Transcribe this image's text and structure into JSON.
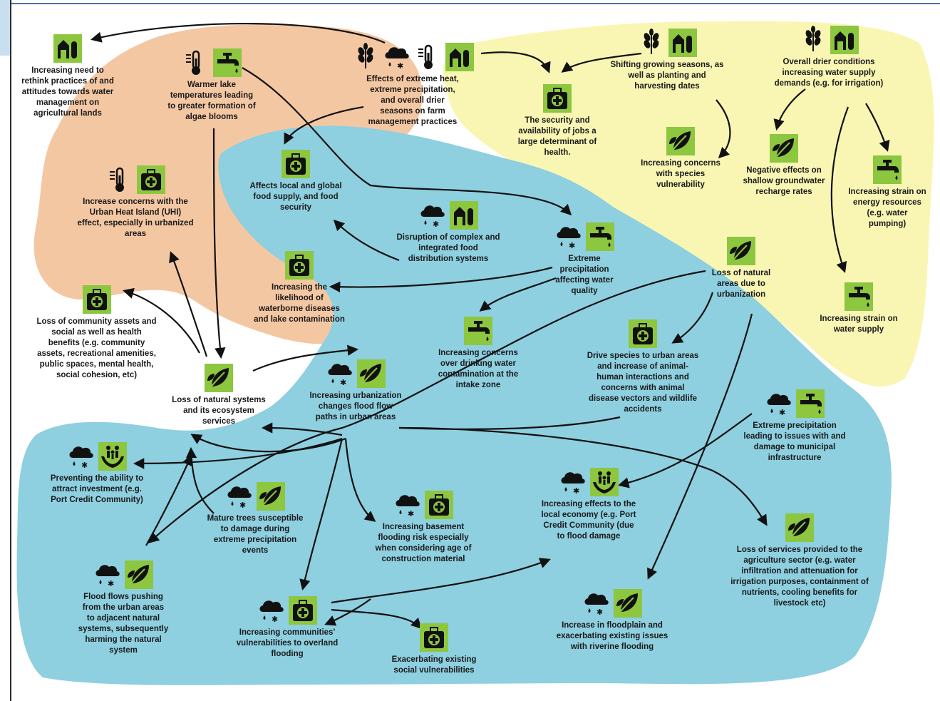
{
  "header": {
    "cut_title": "g"
  },
  "colors": {
    "agri_zone": "#f9f6b4",
    "urban_heat_zone": "#f4c7a3",
    "water_zone": "#8ecfe0",
    "icon_green": "#8dc63f",
    "icon_black": "#111111",
    "arrow": "#111111"
  },
  "nodes": [
    {
      "id": "n1",
      "icons": [
        "farm-icon"
      ],
      "label": "Increasing need to\nrethink practices of and\nattitudes towards water\nmanagement on\nagricultural lands"
    },
    {
      "id": "n2",
      "icons": [
        "thermometer-icon",
        "water-tap-icon"
      ],
      "label": "Warmer lake\ntemperatures leading\nto greater formation of\nalgae blooms"
    },
    {
      "id": "n3",
      "icons": [
        "wheat-icon",
        "storm-icon",
        "thermometer-icon",
        "farm-icon"
      ],
      "label": "Effects of extreme heat,\nextreme precipitation,\nand overall drier\nseasons on farm\nmanagement practices"
    },
    {
      "id": "n4",
      "icons": [
        "health-kit-icon"
      ],
      "label": "The security and\navailability of jobs a\nlarge determinant of\nhealth."
    },
    {
      "id": "n5",
      "icons": [
        "wheat-icon",
        "farm-icon"
      ],
      "label": "Shifting growing seasons, as\nwell as planting and\nharvesting dates"
    },
    {
      "id": "n6",
      "icons": [
        "wheat-icon",
        "farm-icon"
      ],
      "label": "Overall drier conditions\nincreasing water supply\ndemands (e.g. for irrigation)"
    },
    {
      "id": "n7",
      "icons": [
        "leaf-icon"
      ],
      "label": "Increasing concerns\nwith species\nvulnerability"
    },
    {
      "id": "n8",
      "icons": [
        "leaf-icon"
      ],
      "label": "Negative effects on\nshallow groundwater\nrecharge rates"
    },
    {
      "id": "n9",
      "icons": [
        "water-tap-icon"
      ],
      "label": "Increasing strain on\nenergy resources\n(e.g. water\npumping)"
    },
    {
      "id": "n10",
      "icons": [
        "health-kit-icon"
      ],
      "label": "Affects local and global\nfood supply, and food\nsecurity"
    },
    {
      "id": "n11",
      "icons": [
        "thermometer-icon",
        "health-kit-icon"
      ],
      "label": "Increase concerns with the\nUrban Heat Island (UHI)\neffect, especially in urbanized\nareas"
    },
    {
      "id": "n12",
      "icons": [
        "storm-icon",
        "farm-icon"
      ],
      "label": "Disruption of complex and\nintegrated food\ndistribution systems"
    },
    {
      "id": "n13",
      "icons": [
        "storm-icon",
        "water-tap-icon"
      ],
      "label": "Extreme\nprecipitation\naffecting water\nquality"
    },
    {
      "id": "n14",
      "icons": [
        "leaf-icon"
      ],
      "label": "Loss of natural\nareas due to\nurbanization"
    },
    {
      "id": "n15",
      "icons": [
        "water-tap-icon"
      ],
      "label": "Increasing strain on\nwater supply"
    },
    {
      "id": "n16",
      "icons": [
        "health-kit-icon"
      ],
      "label": "Increasing the\nlikelihood of\nwaterborne diseases\nand lake contamination"
    },
    {
      "id": "n17",
      "icons": [
        "health-kit-icon"
      ],
      "label": "Loss of community assets and\nsocial as well as health\nbenefits (e.g. community\nassets, recreational amenities,\npublic spaces, mental health,\nsocial cohesion, etc)"
    },
    {
      "id": "n18",
      "icons": [
        "water-tap-icon"
      ],
      "label": "Increasing concerns\nover drinking water\ncontamination at the\nintake zone"
    },
    {
      "id": "n19",
      "icons": [
        "health-kit-icon"
      ],
      "label": "Drive species to urban areas\nand increase of animal-\nhuman interactions and\nconcerns with animal\ndisease vectors and wildlife\naccidents"
    },
    {
      "id": "n20",
      "icons": [
        "leaf-icon"
      ],
      "label": "Loss of natural systems\nand its ecosystem\nservices"
    },
    {
      "id": "n21",
      "icons": [
        "storm-icon",
        "leaf-icon"
      ],
      "label": "Increasing urbanization\nchanges flood flow\npaths in urban areas"
    },
    {
      "id": "n22",
      "icons": [
        "storm-icon",
        "water-tap-icon"
      ],
      "label": "Extreme precipitation\nleading to issues with and\ndamage to municipal\ninfrastructure"
    },
    {
      "id": "n23",
      "icons": [
        "storm-icon",
        "hands-icon"
      ],
      "label": "Preventing the ability to\nattract investment (e.g.\nPort Credit Community)"
    },
    {
      "id": "n24",
      "icons": [
        "storm-icon",
        "leaf-icon"
      ],
      "label": "Mature trees susceptible\nto damage during\nextreme precipitation\nevents"
    },
    {
      "id": "n25",
      "icons": [
        "storm-icon",
        "health-kit-icon"
      ],
      "label": "Increasing basement\nflooding risk especially\nwhen considering age of\nconstruction material"
    },
    {
      "id": "n26",
      "icons": [
        "storm-icon",
        "hands-icon"
      ],
      "label": "Increasing effects to the\nlocal economy (e.g. Port\nCredit Community (due\nto flood damage"
    },
    {
      "id": "n27",
      "icons": [
        "leaf-icon"
      ],
      "label": "Loss of services provided to the\nagriculture sector (e.g. water\ninfiltration and attenuation for\nirrigation purposes, containment of\nnutrients, cooling benefits for\nlivestock etc)"
    },
    {
      "id": "n28",
      "icons": [
        "storm-icon",
        "leaf-icon"
      ],
      "label": "Flood flows pushing\nfrom the urban areas\nto adjacent natural\nsystems, subsequently\nharming the natural\nsystem"
    },
    {
      "id": "n29",
      "icons": [
        "storm-icon",
        "health-kit-icon"
      ],
      "label": "Increasing communities'\nvulnerabilities to overland\nflooding"
    },
    {
      "id": "n30",
      "icons": [
        "health-kit-icon"
      ],
      "label": "Exacerbating existing\nsocial vulnerabilities"
    },
    {
      "id": "n31",
      "icons": [
        "storm-icon",
        "leaf-icon"
      ],
      "label": "Increase in floodplain and\nexacerbating existing issues\nwith riverine flooding"
    }
  ]
}
